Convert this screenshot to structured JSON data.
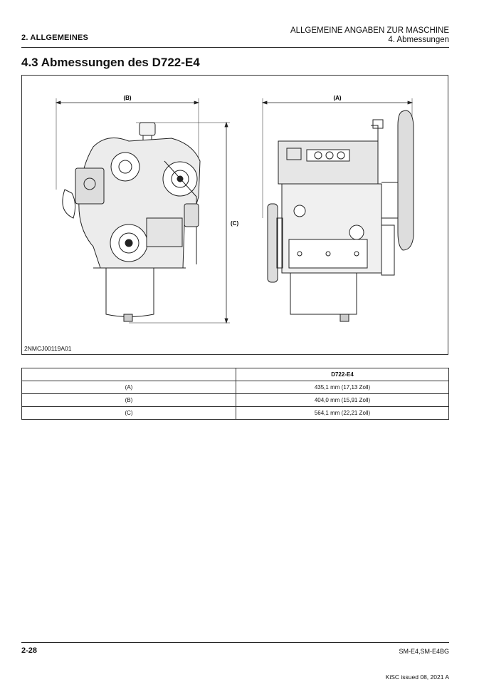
{
  "header": {
    "section_left": "2. ALLGEMEINES",
    "title_right": "ALLGEMEINE ANGABEN ZUR MASCHINE",
    "subtitle_right": "4. Abmessungen"
  },
  "section_title": "4.3 Abmessungen des D722-E4",
  "figure": {
    "id": "2NMCJ00119A01",
    "labels": {
      "a": "(A)",
      "b": "(B)",
      "c": "(C)"
    }
  },
  "table": {
    "header": [
      "",
      "D722-E4"
    ],
    "rows": [
      {
        "label": "(A)",
        "value": "435,1 mm (17,13 Zoll)"
      },
      {
        "label": "(B)",
        "value": "404,0 mm (15,91 Zoll)"
      },
      {
        "label": "(C)",
        "value": "564,1 mm (22,21 Zoll)"
      }
    ]
  },
  "footer": {
    "page": "2-28",
    "manual": "SM-E4,SM-E4BG",
    "issued": "KiSC issued 08, 2021 A"
  }
}
